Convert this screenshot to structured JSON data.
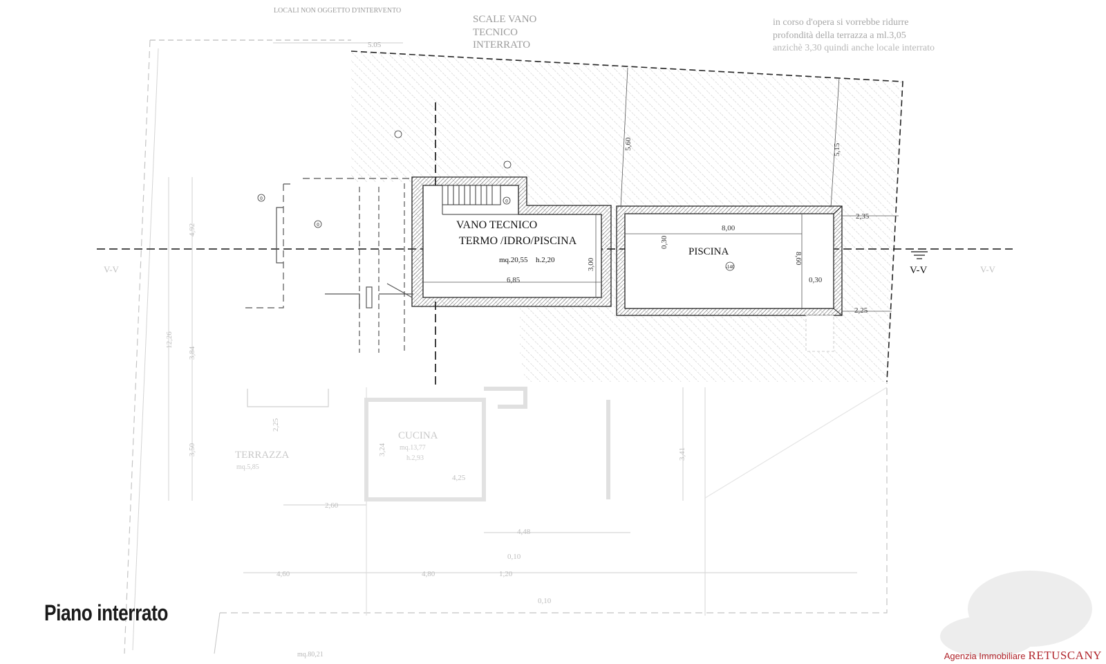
{
  "drawing": {
    "title": "Piano interrato",
    "brand_prefix": "Agenzia Immobiliare",
    "brand_name": "RETUSCANY",
    "notes": {
      "locali": "LOCALI NON OGGETTO D'INTERVENTO",
      "scale_vano_1": "SCALE VANO",
      "scale_vano_2": "TECNICO",
      "scale_vano_3": "INTERRATO",
      "corso_1": "in corso d'opera si vorrebbe ridurre",
      "corso_2": "profondità della terrazza a ml.3,05",
      "corso_3": "anzichè 3,30 quindi anche locale interrato"
    },
    "rooms": {
      "vano_title": "VANO TECNICO",
      "vano_subtitle": "TERMO /IDRO/PISCINA",
      "vano_area": "mq.20,55",
      "vano_height": "h.2,20",
      "piscina": "PISCINA",
      "terrazza": "TERRAZZA",
      "terrazza_area": "mq.5,85",
      "cucina": "CUCINA",
      "cucina_area": "mq.13,77",
      "cucina_height": "h.2,93",
      "bottom_area": "mq.80,21"
    },
    "section_labels": {
      "left": "V-V",
      "center": "V-V",
      "right": "V-V"
    },
    "dimensions": {
      "d_505": "5.05",
      "d_560": "5,60",
      "d_515": "5,15",
      "d_235": "2,35",
      "d_800": "8,00",
      "d_030a": "0,30",
      "d_860": "8,60",
      "d_030b": "0,30",
      "d_225": "2,25",
      "d_300": "3,00",
      "d_685": "6,85",
      "d_492": "4,92",
      "d_1226": "12,26",
      "d_384": "3,84",
      "d_350": "3,50",
      "d_225b": "2,25",
      "d_324": "3,24",
      "d_425": "4,25",
      "d_341": "3,41",
      "d_260": "2,60",
      "d_448": "4,48",
      "d_010a": "0,10",
      "d_460": "4,60",
      "d_480": "4,80",
      "d_120": "1,20",
      "d_010b": "0,10"
    },
    "levels": {
      "pool_level": "-140",
      "lv_0a": "0",
      "lv_0b": "0",
      "lv_0c": "0"
    }
  }
}
